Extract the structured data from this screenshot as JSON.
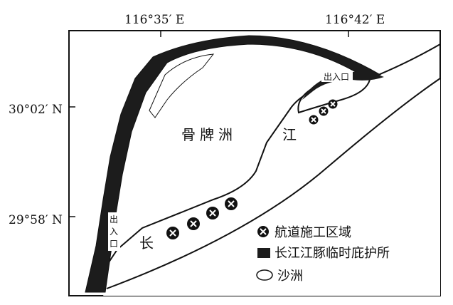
{
  "map": {
    "longitude_labels": [
      "116°35′ E",
      "116°42′ E"
    ],
    "latitude_labels": [
      "30°02′ N",
      "29°58′ N"
    ],
    "place_names": {
      "island": "骨牌洲",
      "river_char_jiang": "江",
      "river_char_chang": "长"
    },
    "entrance_labels": [
      "出入口",
      "出入口"
    ]
  },
  "legend": {
    "items": [
      {
        "symbol": "construction-marker-icon",
        "label": "航道施工区域"
      },
      {
        "symbol": "black-refuge-swatch",
        "label": "长江江豚临时庇护所"
      },
      {
        "symbol": "sandbar-ellipse",
        "label": "沙洲"
      }
    ]
  },
  "colors": {
    "refuge": "#1c1c1c",
    "frame": "#111111",
    "water": "#ffffff"
  }
}
